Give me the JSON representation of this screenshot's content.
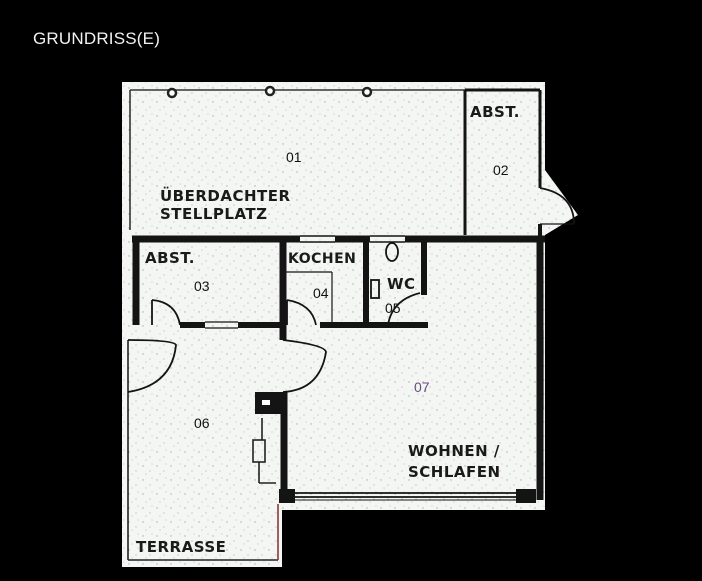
{
  "title": "GRUNDRISS(E)",
  "rooms": [
    {
      "id": "01",
      "name_line1": "ÜBERDACHTER",
      "name_line2": "STELLPLATZ"
    },
    {
      "id": "02",
      "name_line1": "ABST."
    },
    {
      "id": "03",
      "name_line1": "ABST."
    },
    {
      "id": "04",
      "name_line1": "KOCHEN"
    },
    {
      "id": "05",
      "name_line1": "WC"
    },
    {
      "id": "06",
      "name_line1": "TERRASSE"
    },
    {
      "id": "07",
      "name_line1": "WOHNEN /",
      "name_line2": "SCHLAFEN"
    }
  ],
  "colors": {
    "background": "#000000",
    "paper": "#f4f6f4",
    "walls": "#141414",
    "room_number": "#111111",
    "room_number_07": "#6a4c80"
  }
}
